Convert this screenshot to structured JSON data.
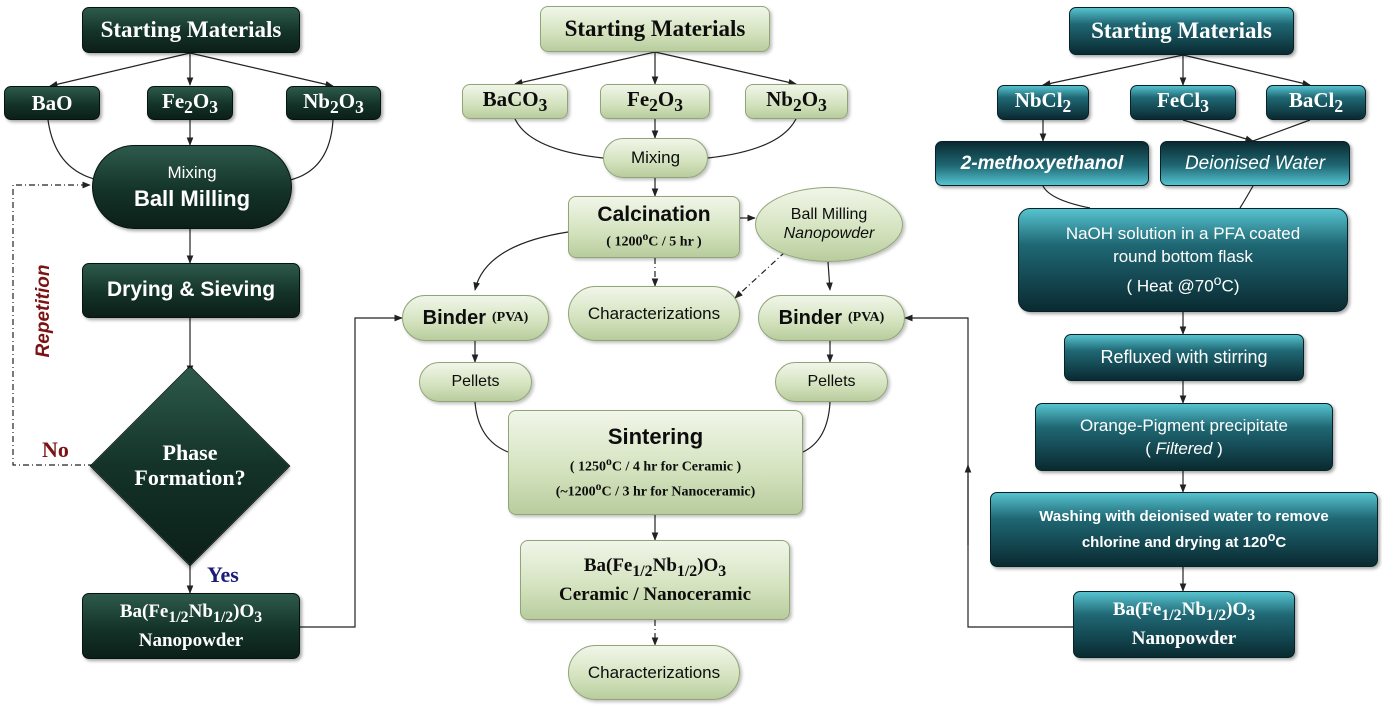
{
  "left": {
    "start": "Starting Materials",
    "m1": "BaO",
    "m2": {
      "a": "Fe",
      "s1": "2",
      "b": "O",
      "s2": "3"
    },
    "m3": {
      "a": "Nb",
      "s1": "2",
      "b": "O",
      "s2": "3"
    },
    "mixing": "Mixing",
    "ballmill": "Ball Milling",
    "drying": "Drying & Sieving",
    "phase1": "Phase",
    "phase2": "Formation?",
    "repetition": "Repetition",
    "no": "No",
    "yes": "Yes",
    "product": {
      "pre": "Ba(Fe",
      "s1": "1/2",
      "mid": "Nb",
      "s2": "1/2",
      "post": ")O",
      "s3": "3"
    },
    "product_sub": "Nanopowder"
  },
  "middle": {
    "start": "Starting Materials",
    "m1": {
      "a": "BaCO",
      "s1": "3"
    },
    "m2": {
      "a": "Fe",
      "s1": "2",
      "b": "O",
      "s2": "3"
    },
    "m3": {
      "a": "Nb",
      "s1": "2",
      "b": "O",
      "s2": "3"
    },
    "mixing": "Mixing",
    "calc": "Calcination",
    "calc_t": {
      "pre": "( 1200",
      "sup": "o",
      "post": "C / 5 hr )"
    },
    "ballmill": "Ball Milling",
    "nanopowder": "Nanopowder",
    "char1": "Characterizations",
    "binder_l": "Binder",
    "binder_r": "Binder",
    "pva": "(PVA)",
    "pellets_l": "Pellets",
    "pellets_r": "Pellets",
    "sinter": "Sintering",
    "sinter_t1": {
      "pre": "( 1250",
      "sup": "o",
      "post": "C / 4 hr for Ceramic )"
    },
    "sinter_t2": {
      "pre": "(~1200",
      "sup": "o",
      "post": "C / 3 hr for Nanoceramic)"
    },
    "product": {
      "pre": "Ba(Fe",
      "s1": "1/2",
      "mid": "Nb",
      "s2": "1/2",
      "post": ")O",
      "s3": "3"
    },
    "product_sub": "Ceramic / Nanoceramic",
    "char2": "Characterizations"
  },
  "right": {
    "start": "Starting Materials",
    "m1": {
      "a": "NbCl",
      "s1": "2"
    },
    "m2": {
      "a": "FeCl",
      "s1": "3"
    },
    "m3": {
      "a": "BaCl",
      "s1": "2"
    },
    "solvent1": "2-methoxyethanol",
    "solvent2": "Deionised Water",
    "naoh1": "NaOH solution in a PFA coated",
    "naoh2": "round bottom flask",
    "heat": {
      "pre": "( Heat @70",
      "sup": "o",
      "post": "C)"
    },
    "reflux": "Refluxed with stirring",
    "precip": "Orange-Pigment precipitate",
    "filtered_pre": "( ",
    "filtered": "Filtered",
    "filtered_post": " )",
    "wash1": "Washing with deionised water to remove",
    "wash2": {
      "pre": "chlorine and drying at 120",
      "sup": "o",
      "post": "C"
    },
    "product": {
      "pre": "Ba(Fe",
      "s1": "1/2",
      "mid": "Nb",
      "s2": "1/2",
      "post": ")O",
      "s3": "3"
    },
    "product_sub": "Nanopowder"
  }
}
